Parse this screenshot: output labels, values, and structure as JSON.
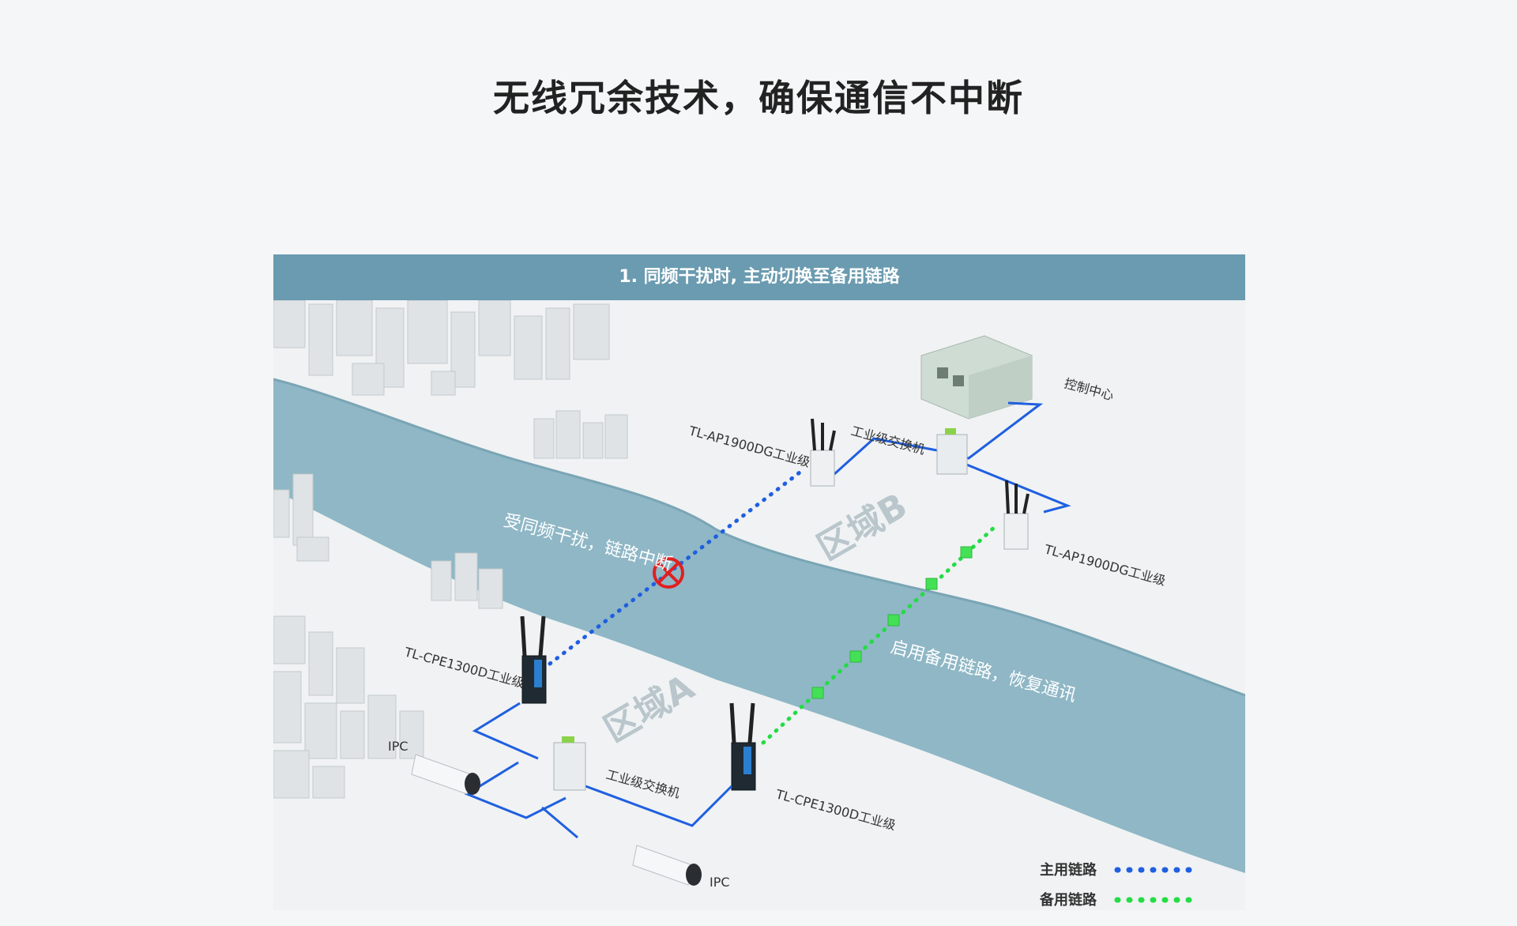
{
  "title": "无线冗余技术，确保通信不中断",
  "panel": {
    "header": "1. 同频干扰时, 主动切换至备用链路"
  },
  "labels": {
    "control_center": "控制中心",
    "switch_b": "工业级交换机",
    "ap_left": "TL-AP1900DG工业级",
    "ap_right": "TL-AP1900DG工业级",
    "zone_b": "区域B",
    "zone_a": "区域A",
    "interference": "受同频干扰，链路中断",
    "backup_enabled": "启用备用链路，恢复通讯",
    "cpe_left": "TL-CPE1300D工业级",
    "cpe_right": "TL-CPE1300D工业级",
    "switch_a": "工业级交换机",
    "ipc_1": "IPC",
    "ipc_2": "IPC"
  },
  "legend": {
    "primary": "主用链路",
    "backup": "备用链路"
  },
  "colors": {
    "primary_link": "#1f5fe0",
    "backup_link": "#22dd44",
    "river": "#8fb7c6",
    "header": "#6a9bb0",
    "break": "#e02020"
  }
}
